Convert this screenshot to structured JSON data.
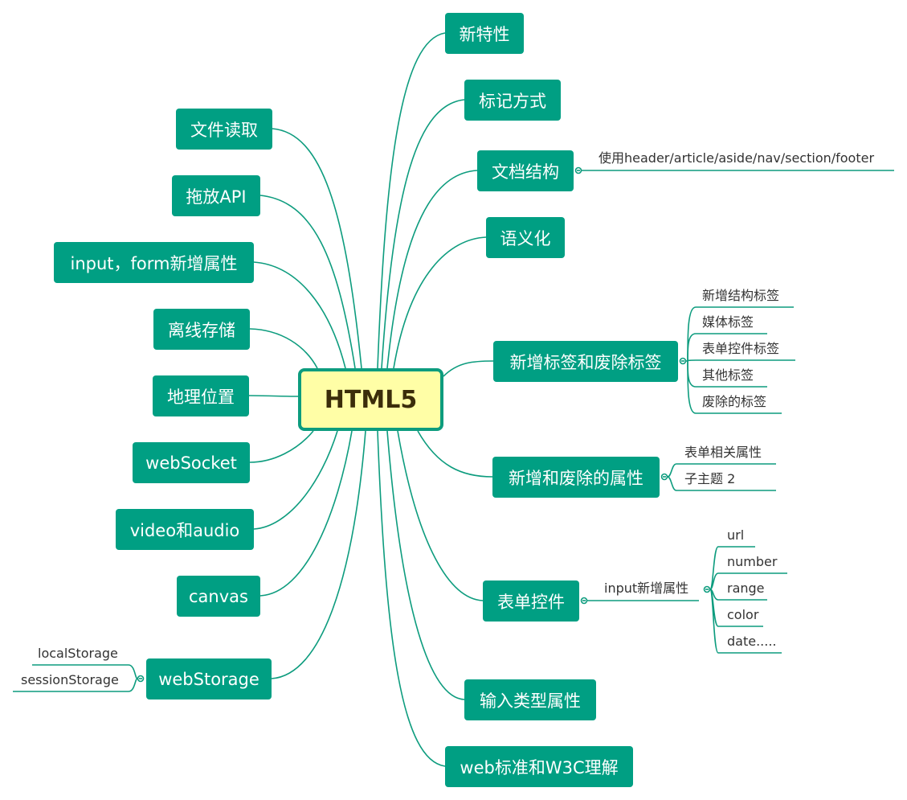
{
  "root": {
    "label": "HTML5"
  },
  "right_topics": [
    {
      "label": "新特性"
    },
    {
      "label": "标记方式"
    },
    {
      "label": "文档结构",
      "subtopics": [
        "使用header/article/aside/nav/section/footer"
      ]
    },
    {
      "label": "语义化"
    },
    {
      "label": "新增标签和废除标签",
      "subtopics": [
        "新增结构标签",
        "媒体标签",
        "表单控件标签",
        "其他标签",
        "废除的标签"
      ]
    },
    {
      "label": "新增和废除的属性",
      "subtopics": [
        "表单相关属性",
        "子主题 2"
      ]
    },
    {
      "label": "表单控件",
      "subtopics": [
        {
          "label": "input新增属性",
          "subtopics": [
            "url",
            "number",
            "range",
            "color",
            "date....."
          ]
        }
      ]
    },
    {
      "label": "输入类型属性"
    },
    {
      "label": "web标准和W3C理解"
    }
  ],
  "left_topics": [
    {
      "label": "文件读取"
    },
    {
      "label": "拖放API"
    },
    {
      "label": "input，form新增属性"
    },
    {
      "label": "离线存储"
    },
    {
      "label": "地理位置"
    },
    {
      "label": "webSocket"
    },
    {
      "label": "video和audio"
    },
    {
      "label": "canvas"
    },
    {
      "label": "webStorage",
      "subtopics": [
        "localStorage",
        "sessionStorage"
      ]
    }
  ],
  "colors": {
    "topic_fill": "#009f83",
    "link_stroke": "#0d9c7e",
    "root_fill": "#fffea6",
    "root_border": "#0d9c7e"
  }
}
